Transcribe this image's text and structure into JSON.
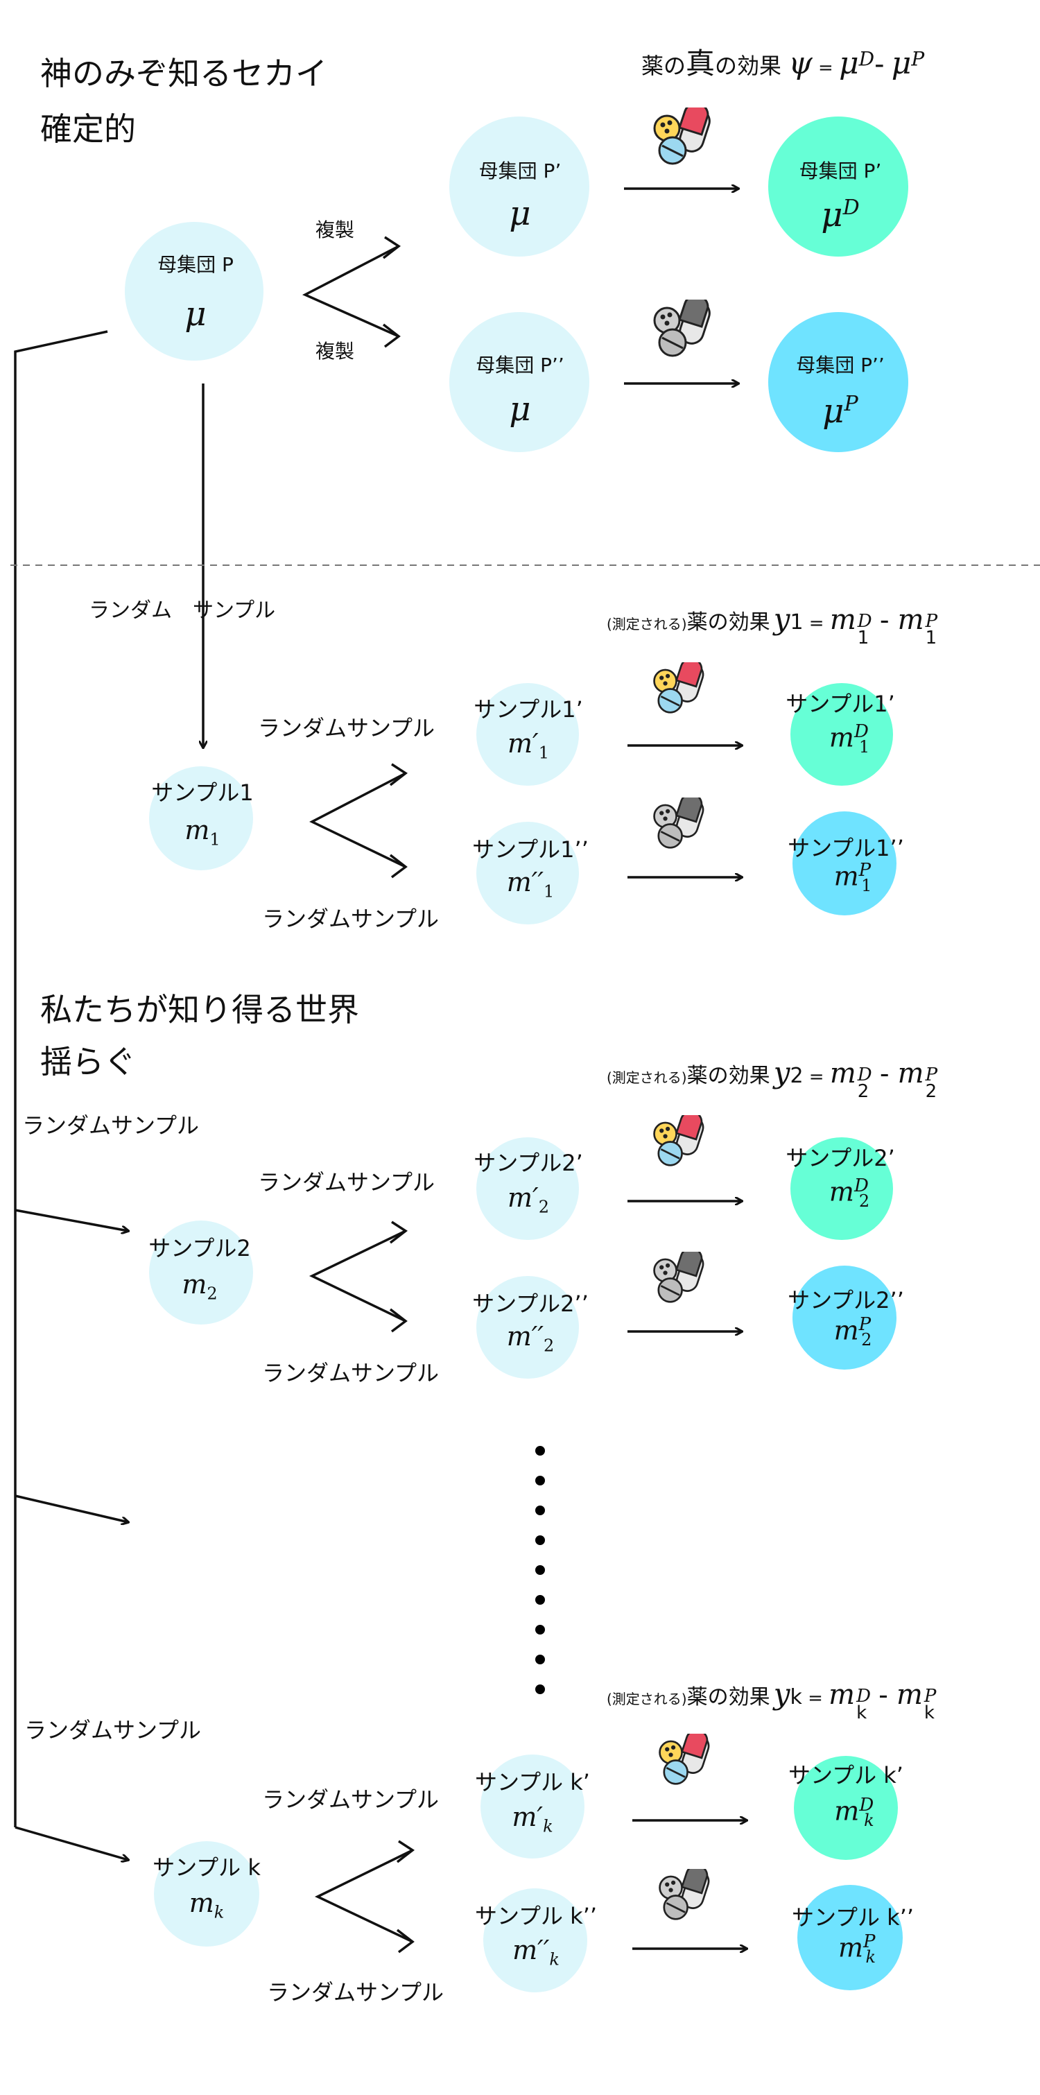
{
  "top": {
    "title_line1": "神のみぞ知るセカイ",
    "title_line2": "確定的",
    "true_effect_label": "薬の",
    "true_effect_shin": "真",
    "true_effect_label2": "の効果",
    "true_effect_formula": "ψ = μ",
    "true_effect_sup_d": "D",
    "true_effect_minus": "- μ",
    "true_effect_sup_p": "P"
  },
  "population": {
    "main_label": "母集団 P",
    "main_symbol": "μ",
    "copy_label_top": "複製",
    "copy_label_bottom": "複製",
    "p1_label": "母集団 P’",
    "p1_symbol": "μ",
    "p2_label": "母集団 P’’",
    "p2_symbol": "μ",
    "p1_result_label": "母集団 P’",
    "p1_result_symbol": "μ",
    "p1_result_sup": "D",
    "p2_result_label": "母集団 P’’",
    "p2_result_symbol": "μ",
    "p2_result_sup": "P"
  },
  "random_sample_label": "ランダム　サンプル",
  "world_title_line1": "私たちが知り得る世界",
  "world_title_line2": "揺らぐ",
  "random_sample_text": "ランダムサンプル",
  "measured_prefix": "(測定される)",
  "effect_label": "薬の効果",
  "samples": [
    {
      "id": "1",
      "label": "サンプル1",
      "symbol": "m",
      "sub": "1",
      "y": "y",
      "ysub": "1",
      "dprime_label": "サンプル1’",
      "pprime_label": "サンプル1’’",
      "dprime_sym": "m′",
      "pprime_sym": "m′′",
      "d_label": "サンプル1’",
      "p_label": "サンプル1’’"
    },
    {
      "id": "2",
      "label": "サンプル2",
      "symbol": "m",
      "sub": "2",
      "y": "y",
      "ysub": "2",
      "dprime_label": "サンプル2’",
      "pprime_label": "サンプル2’’",
      "dprime_sym": "m′",
      "pprime_sym": "m′′",
      "d_label": "サンプル2’",
      "p_label": "サンプル2’’"
    },
    {
      "id": "k",
      "label": "サンプル k",
      "symbol": "m",
      "sub": "k",
      "y": "y",
      "ysub": "k",
      "dprime_label": "サンプル k’",
      "pprime_label": "サンプル k’’",
      "dprime_sym": "m′",
      "pprime_sym": "m′′",
      "d_label": "サンプル k’",
      "p_label": "サンプル k’’"
    }
  ],
  "sup_d": "D",
  "sup_p": "P",
  "eq": "=",
  "minus": "-",
  "colors": {
    "light": "#dcf6fb",
    "drug_result": "#66ffd6",
    "placebo_result": "#6fe3ff"
  },
  "icons": {
    "drug": "drug-pills-icon",
    "placebo": "placebo-pills-icon"
  }
}
